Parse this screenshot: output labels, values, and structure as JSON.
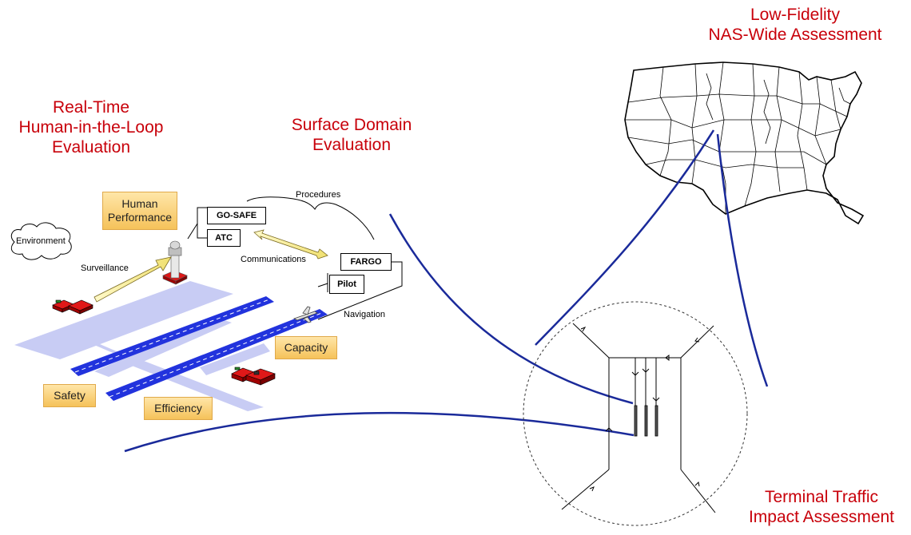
{
  "titles": {
    "nas_l1": "Low-Fidelity",
    "nas_l2": "NAS-Wide Assessment",
    "rt_l1": "Real-Time",
    "rt_l2": "Human-in-the-Loop",
    "rt_l3": "Evaluation",
    "sd_l1": "Surface Domain",
    "sd_l2": "Evaluation",
    "tt_l1": "Terminal Traffic",
    "tt_l2": "Impact Assessment"
  },
  "boxes": {
    "human_performance_l1": "Human",
    "human_performance_l2": "Performance",
    "capacity": "Capacity",
    "safety": "Safety",
    "efficiency": "Efficiency"
  },
  "systems": {
    "go_safe": "GO-SAFE",
    "atc": "ATC",
    "fargo": "FARGO",
    "pilot": "Pilot"
  },
  "labels": {
    "procedures": "Procedures",
    "environment": "Environment",
    "surveillance": "Surveillance",
    "communications": "Communications",
    "navigation": "Navigation"
  },
  "colors": {
    "title_red": "#c8000a",
    "connector_blue": "#1a2a9a",
    "runway_blue": "#2233dd",
    "taxiway_lavender": "#c8ccf4",
    "box_orange": "#f5c25a"
  }
}
